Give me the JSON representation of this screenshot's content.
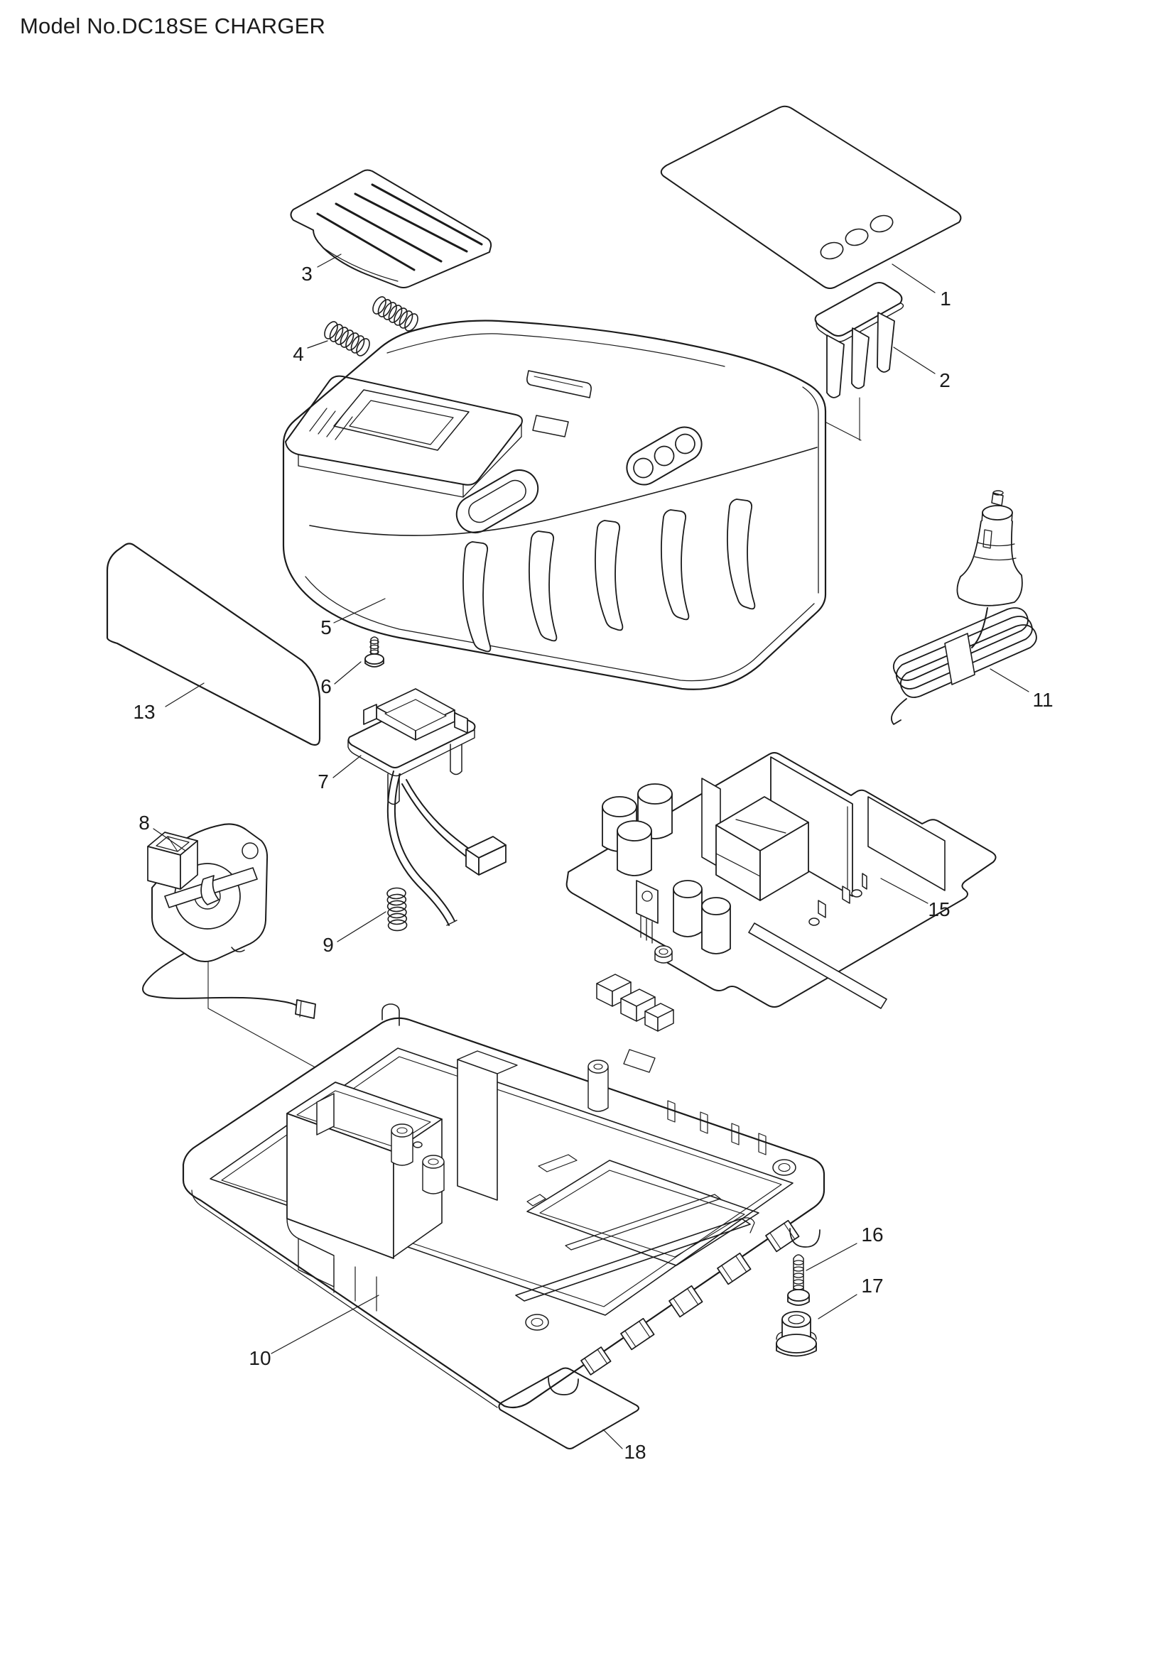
{
  "title": "Model No.DC18SE CHARGER",
  "colors": {
    "line": "#1b1b1b",
    "background": "#ffffff"
  },
  "callouts": {
    "c1": "1",
    "c2": "2",
    "c3": "3",
    "c4": "4",
    "c5": "5",
    "c6": "6",
    "c7": "7",
    "c8": "8",
    "c9": "9",
    "c10": "10",
    "c11": "11",
    "c13": "13",
    "c15": "15",
    "c16": "16",
    "c17": "17",
    "c18": "18"
  }
}
